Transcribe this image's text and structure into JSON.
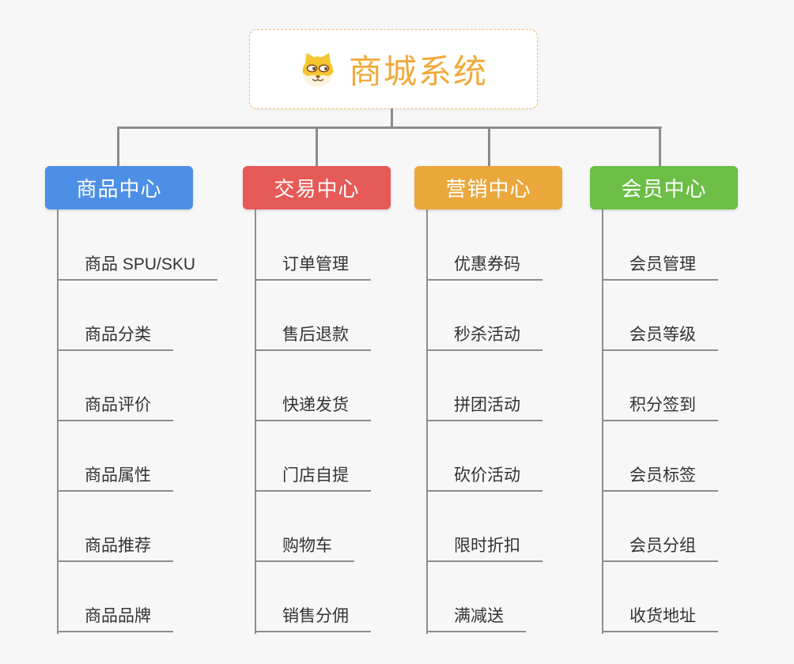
{
  "root": {
    "title": "商城系统",
    "icon": "dog-face-icon",
    "accent_color": "#F2A93B",
    "border_color": "#F2BC72"
  },
  "connector_color": "#8C8C8C",
  "background_color": "#F7F7F7",
  "branches": [
    {
      "label": "商品中心",
      "color": "#4D8FE6",
      "items": [
        "商品 SPU/SKU",
        "商品分类",
        "商品评价",
        "商品属性",
        "商品推荐",
        "商品品牌"
      ]
    },
    {
      "label": "交易中心",
      "color": "#E65A57",
      "items": [
        "订单管理",
        "售后退款",
        "快递发货",
        "门店自提",
        "购物车",
        "销售分佣"
      ]
    },
    {
      "label": "营销中心",
      "color": "#EAA73C",
      "items": [
        "优惠券码",
        "秒杀活动",
        "拼团活动",
        "砍价活动",
        "限时折扣",
        "满减送"
      ]
    },
    {
      "label": "会员中心",
      "color": "#6CBE46",
      "items": [
        "会员管理",
        "会员等级",
        "积分签到",
        "会员标签",
        "会员分组",
        "收货地址"
      ]
    }
  ]
}
